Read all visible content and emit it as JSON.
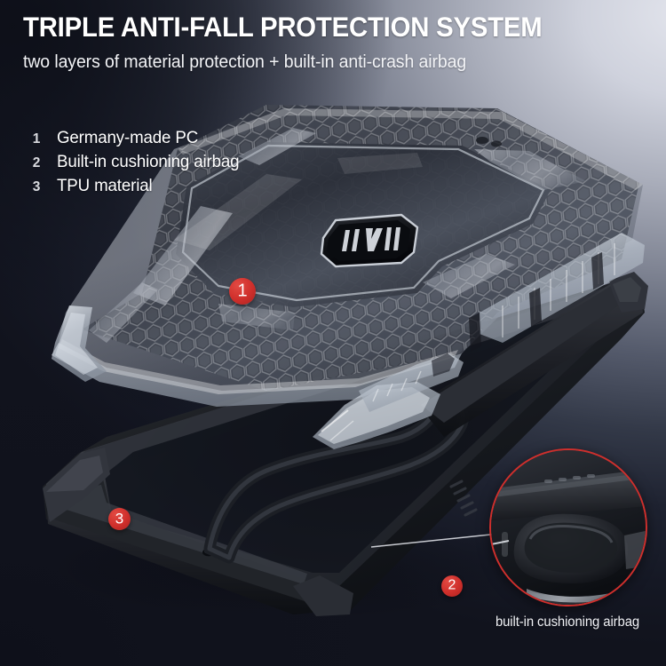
{
  "header": {
    "title": "TRIPLE ANTI-FALL PROTECTION SYSTEM",
    "subtitle": "two layers of material protection  +   built-in anti-crash airbag"
  },
  "features": [
    {
      "number": "1",
      "label": "Germany-made PC"
    },
    {
      "number": "2",
      "label": "Built-in cushioning airbag"
    },
    {
      "number": "3",
      "label": "TPU material"
    }
  ],
  "callouts": [
    {
      "number": "1",
      "target": "pc-shell"
    },
    {
      "number": "2",
      "target": "airbag"
    },
    {
      "number": "3",
      "target": "tpu-bumper"
    }
  ],
  "detail": {
    "caption": "built-in cushioning airbag"
  },
  "colors": {
    "accent_red": "#cf2f2c",
    "background_dark": "#14161f",
    "background_light": "#d3d5df",
    "text_primary": "#ffffff"
  }
}
